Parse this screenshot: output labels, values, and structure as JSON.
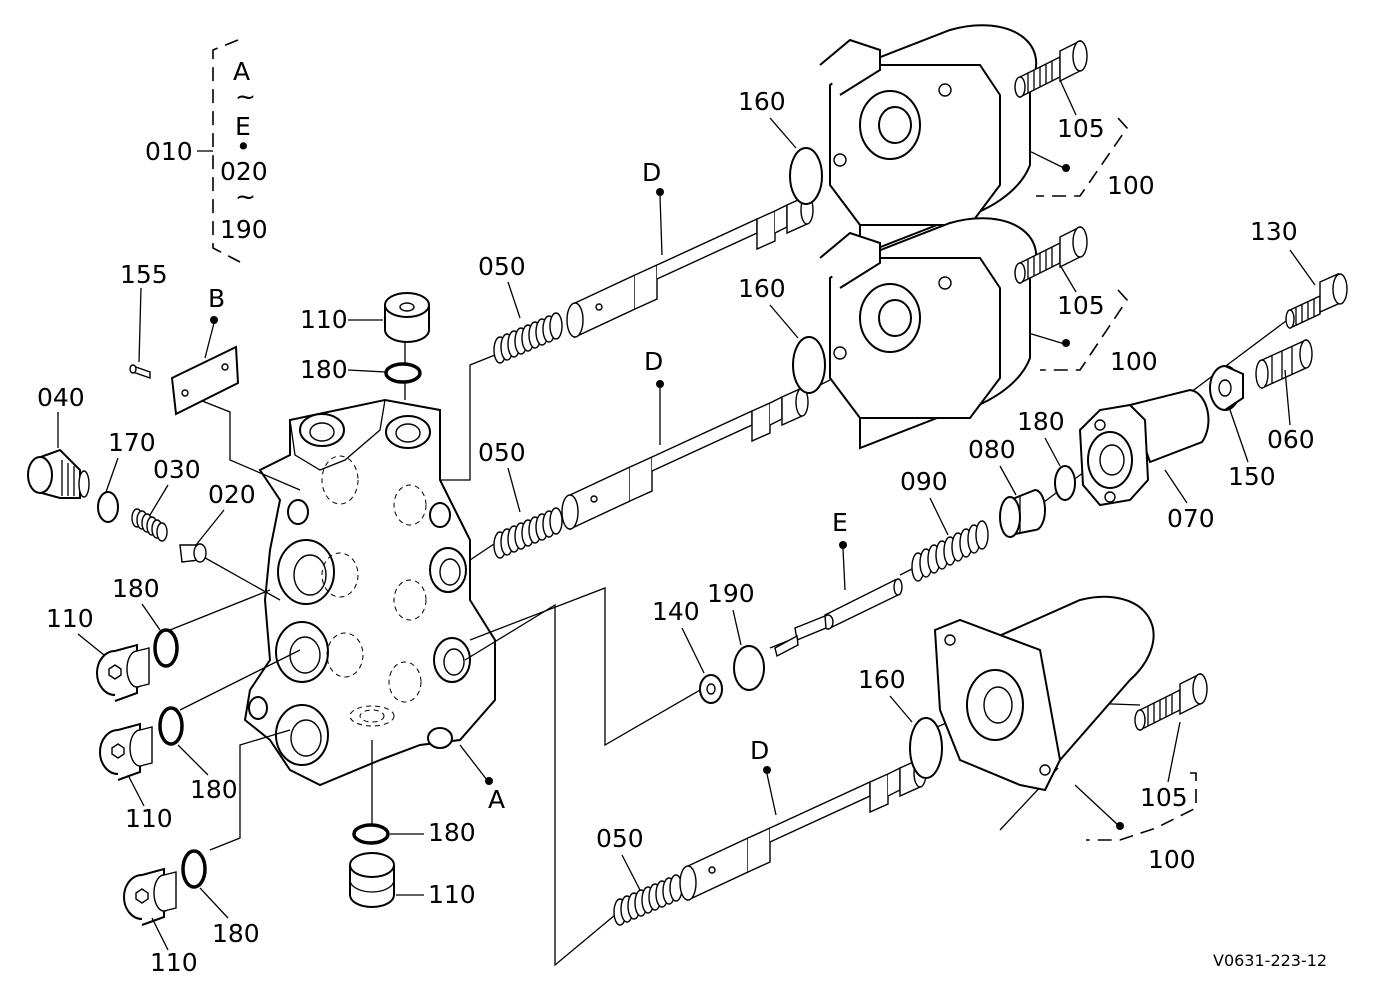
{
  "group_bracket": {
    "main_label": "010",
    "range_top_start": "A",
    "range_top_tilde": "~",
    "range_top_end": "E",
    "range_separator": "•",
    "range_bottom_start": "020",
    "range_bottom_tilde": "~",
    "range_bottom_end": "190"
  },
  "labels": {
    "l155": "155",
    "lB": "B",
    "l110_top": "110",
    "l180_top": "180",
    "l040": "040",
    "l170": "170",
    "l030": "030",
    "l020": "020",
    "l180_a": "180",
    "l110_a": "110",
    "l180_b": "180",
    "l110_b": "110",
    "l180_c": "180",
    "l110_c": "110",
    "l180_bot": "180",
    "l110_bot": "110",
    "lA": "A",
    "l050_1": "050",
    "lD_1": "D",
    "l160_1": "160",
    "l105_1": "105",
    "l100_1": "100",
    "l050_2": "050",
    "lD_2": "D",
    "l160_2": "160",
    "l105_2": "105",
    "l100_2": "100",
    "l130": "130",
    "l180_r": "180",
    "l080": "080",
    "l090": "090",
    "l060": "060",
    "l150": "150",
    "l070": "070",
    "lE": "E",
    "l140": "140",
    "l190": "190",
    "l160_3": "160",
    "lD_3": "D",
    "l050_3": "050",
    "l105_3": "105",
    "l100_3": "100"
  },
  "figure_code": "V0631-223-12"
}
